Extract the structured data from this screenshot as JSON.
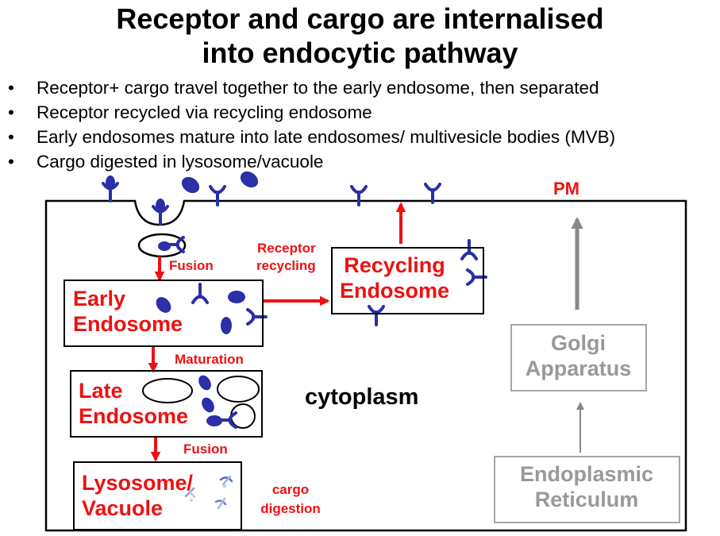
{
  "title": {
    "line1": "Receptor and cargo are internalised",
    "line2": "into endocytic pathway"
  },
  "bullets": [
    "Receptor+ cargo travel together to the early endosome, then separated",
    "Receptor recycled via recycling endosome",
    "Early endosomes mature into late endosomes/ multivesicle bodies (MVB)",
    "Cargo digested in lysosome/vacuole"
  ],
  "bullet_marker": "•",
  "diagram": {
    "pm_label": "PM",
    "cytoplasm_label": "cytoplasm",
    "compartments": {
      "early_endosome": {
        "line1": "Early",
        "line2": "Endosome"
      },
      "late_endosome": {
        "line1": "Late",
        "line2": "Endosome"
      },
      "lysosome": {
        "line1": "Lysosome/",
        "line2": "Vacuole"
      },
      "recycling_endosome": {
        "line1": "Recycling",
        "line2": "Endosome"
      },
      "golgi": {
        "line1": "Golgi",
        "line2": "Apparatus"
      },
      "er": {
        "line1": "Endoplasmic",
        "line2": "Reticulum"
      }
    },
    "steps": {
      "fusion_1": "Fusion",
      "maturation": "Maturation",
      "fusion_2": "Fusion",
      "receptor_recycling_line1": "Receptor",
      "receptor_recycling_line2": "recycling",
      "cargo_digestion_line1": "cargo",
      "cargo_digestion_line2": "digestion"
    },
    "colors": {
      "pathway_arrow": "#ee1111",
      "secretory_arrow": "#888888",
      "receptor_cargo": "#2b2fa8",
      "membrane": "#000000",
      "inactive_box": "#a6a6a6"
    }
  }
}
